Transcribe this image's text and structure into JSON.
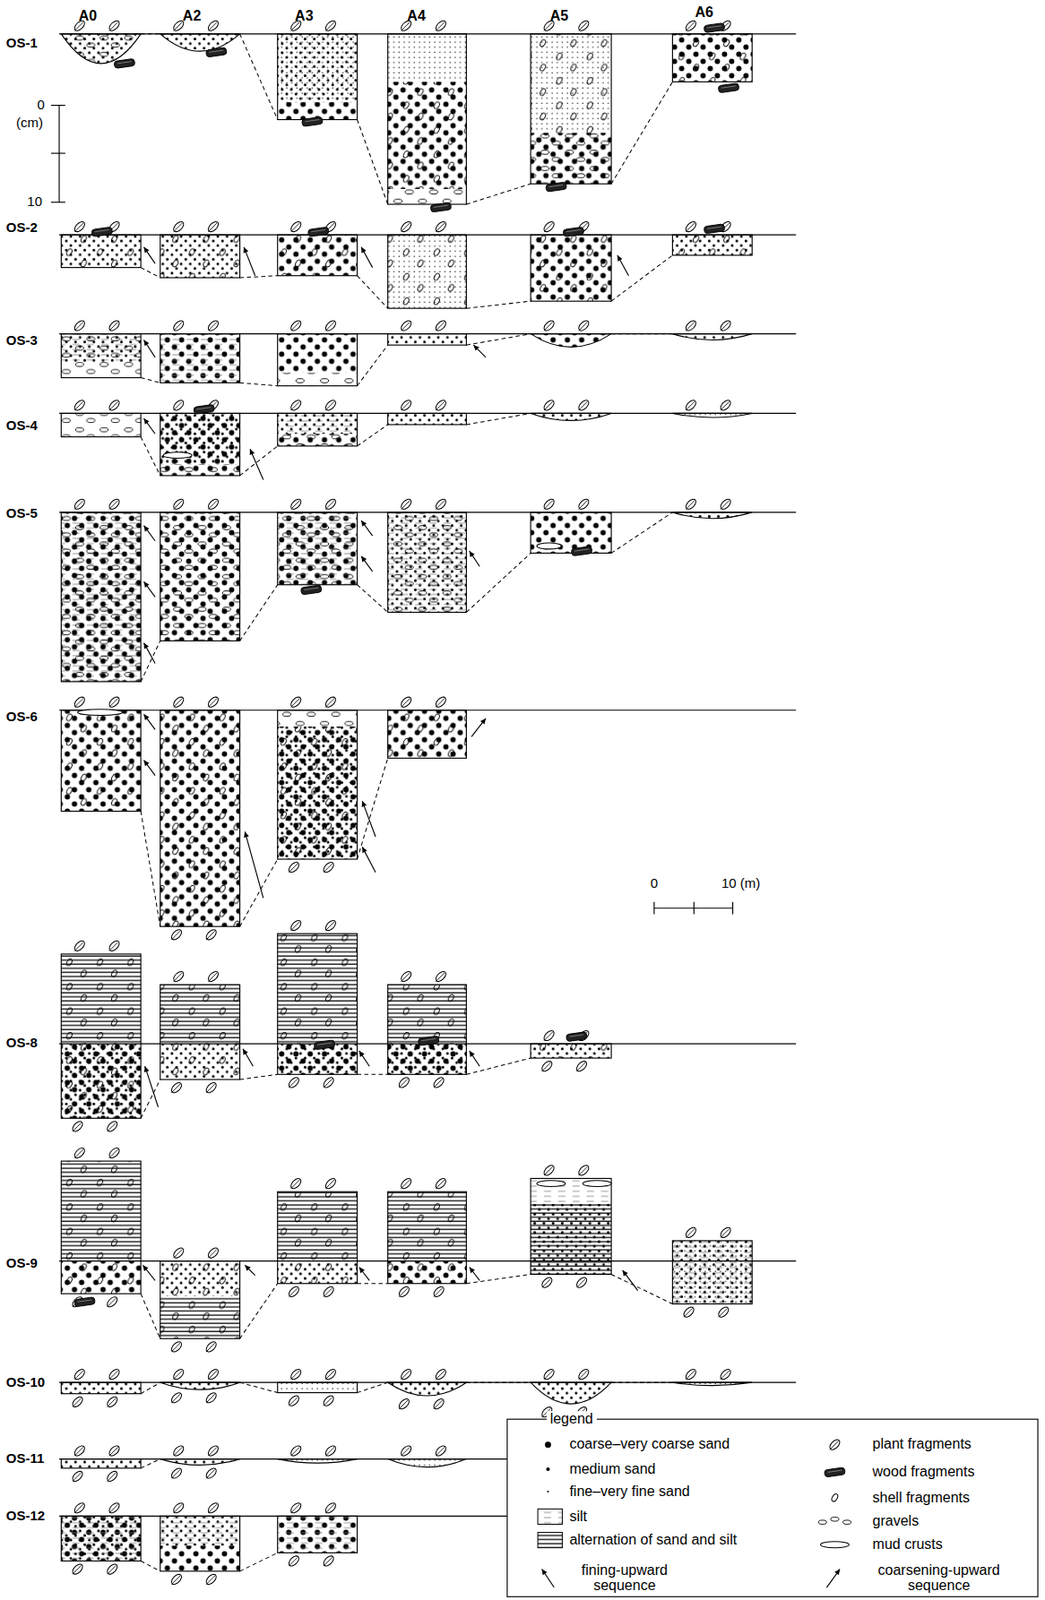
{
  "diagram": {
    "labels": [
      "A0",
      "A2",
      "A3",
      "A4",
      "A5",
      "A6",
      "OS-1",
      "0",
      "(cm)",
      "10",
      "OS-2",
      "OS-3",
      "OS-4",
      "OS-5",
      "OS-6",
      "0",
      "10 (m)",
      "OS-8",
      "OS-9",
      "OS-10",
      "OS-11",
      "OS-12",
      "legend"
    ],
    "legend": [
      {
        "text": "coarse–very coarse sand"
      },
      {
        "text": "medium sand"
      },
      {
        "text": "fine–very fine sand"
      },
      {
        "text": "silt"
      },
      {
        "text": "alternation of sand and silt"
      },
      {
        "text": "fining-upward sequence"
      },
      {
        "text": "plant fragments"
      },
      {
        "text": "wood fragments"
      },
      {
        "text": "shell fragments"
      },
      {
        "text": "gravels"
      },
      {
        "text": "mud crusts"
      },
      {
        "text": "coarsening-upward sequence"
      }
    ]
  }
}
